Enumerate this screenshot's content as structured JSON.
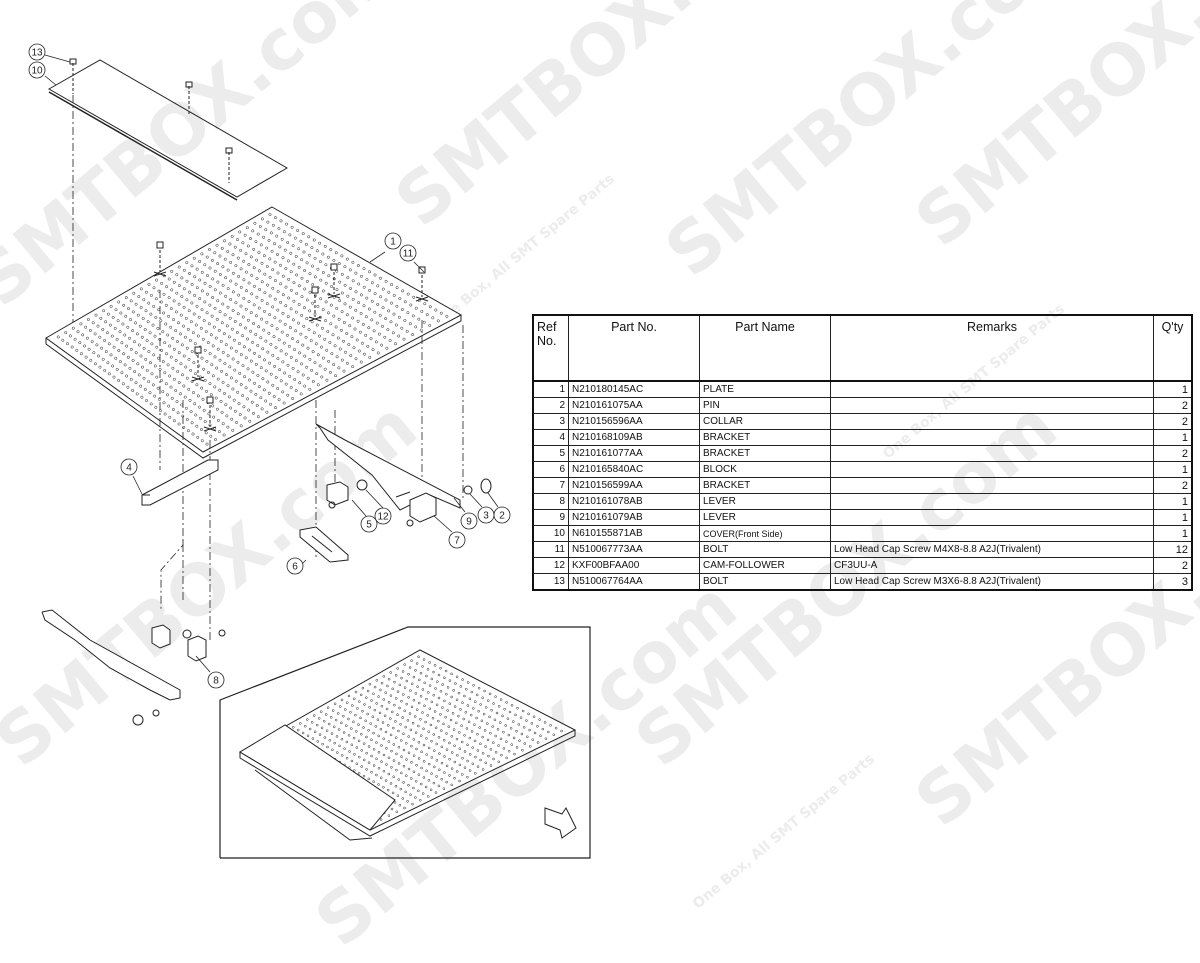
{
  "watermark": {
    "brand": "SMTBOX.com",
    "slogan": "One Box, All SMT Spare Parts"
  },
  "diagram": {
    "callouts": [
      "1",
      "2",
      "3",
      "4",
      "5",
      "6",
      "7",
      "8",
      "9",
      "10",
      "11",
      "12",
      "13"
    ],
    "line_color": "#222222"
  },
  "table": {
    "headers": {
      "ref": "Ref No.",
      "part_no": "Part No.",
      "part_name": "Part Name",
      "remarks": "Remarks",
      "qty": "Q'ty"
    },
    "rows": [
      {
        "ref": "1",
        "part_no": "N210180145AC",
        "part_name": "PLATE",
        "remarks": "",
        "qty": "1"
      },
      {
        "ref": "2",
        "part_no": "N210161075AA",
        "part_name": "PIN",
        "remarks": "",
        "qty": "2"
      },
      {
        "ref": "3",
        "part_no": "N210156596AA",
        "part_name": "COLLAR",
        "remarks": "",
        "qty": "2"
      },
      {
        "ref": "4",
        "part_no": "N210168109AB",
        "part_name": "BRACKET",
        "remarks": "",
        "qty": "1"
      },
      {
        "ref": "5",
        "part_no": "N210161077AA",
        "part_name": "BRACKET",
        "remarks": "",
        "qty": "2"
      },
      {
        "ref": "6",
        "part_no": "N210165840AC",
        "part_name": "BLOCK",
        "remarks": "",
        "qty": "1"
      },
      {
        "ref": "7",
        "part_no": "N210156599AA",
        "part_name": "BRACKET",
        "remarks": "",
        "qty": "2"
      },
      {
        "ref": "8",
        "part_no": "N210161078AB",
        "part_name": "LEVER",
        "remarks": "",
        "qty": "1"
      },
      {
        "ref": "9",
        "part_no": "N210161079AB",
        "part_name": "LEVER",
        "remarks": "",
        "qty": "1"
      },
      {
        "ref": "10",
        "part_no": "N610155871AB",
        "part_name": "COVER(Front Side)",
        "remarks": "",
        "qty": "1"
      },
      {
        "ref": "11",
        "part_no": "N510067773AA",
        "part_name": "BOLT",
        "remarks": "Low Head Cap Screw M4X8-8.8 A2J(Trivalent)",
        "qty": "12"
      },
      {
        "ref": "12",
        "part_no": "KXF00BFAA00",
        "part_name": "CAM-FOLLOWER",
        "remarks": "CF3UU-A",
        "qty": "2"
      },
      {
        "ref": "13",
        "part_no": "N510067764AA",
        "part_name": "BOLT",
        "remarks": "Low Head Cap Screw M3X6-8.8 A2J(Trivalent)",
        "qty": "3"
      }
    ]
  }
}
